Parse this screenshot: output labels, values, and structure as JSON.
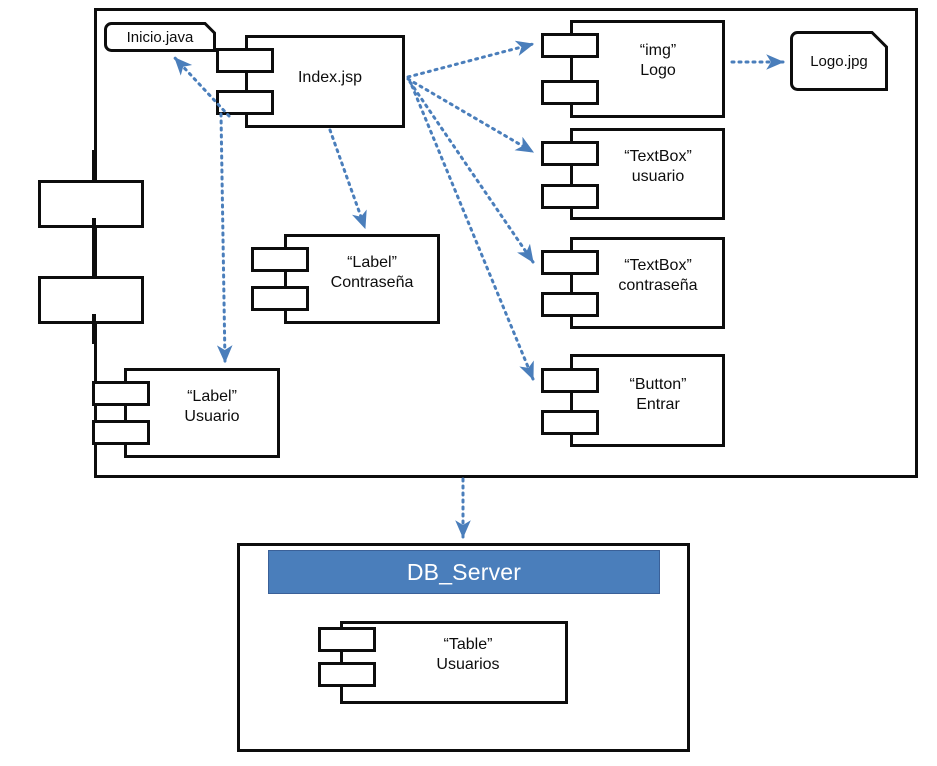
{
  "diagram": {
    "type": "uml-component-diagram",
    "accent_color": "#4a7ebb",
    "line_color": "#0d0d0d",
    "background": "#ffffff"
  },
  "app_container": {
    "name": "application-container",
    "artifact": {
      "label": "Inicio.java",
      "icon": "document-icon"
    },
    "main_component": {
      "label": "Index.jsp",
      "icon": "component-icon"
    },
    "provided_interface": {
      "icon": "socket-stub-icon"
    }
  },
  "components": [
    {
      "id": "index-jsp",
      "stereotype": "",
      "name": "Index.jsp"
    },
    {
      "id": "img-logo",
      "stereotype": "“img”",
      "name": "Logo"
    },
    {
      "id": "textbox-usuario",
      "stereotype": "“TextBox”",
      "name": "usuario"
    },
    {
      "id": "textbox-contrasena",
      "stereotype": "“TextBox”",
      "name": "contraseña"
    },
    {
      "id": "button-entrar",
      "stereotype": "“Button”",
      "name": "Entrar"
    },
    {
      "id": "label-contrasena",
      "stereotype": "“Label”",
      "name": "Contraseña"
    },
    {
      "id": "label-usuario",
      "stereotype": "“Label”",
      "name": "Usuario"
    },
    {
      "id": "table-usuarios",
      "stereotype": "“Table”",
      "name": "Usuarios"
    }
  ],
  "artifacts": [
    {
      "id": "inicio-java",
      "label": "Inicio.java"
    },
    {
      "id": "logo-jpg",
      "label": "Logo.jpg"
    }
  ],
  "db_server": {
    "title": "DB_Server",
    "header_color": "#4a7ebb",
    "header_text_color": "#ffffff",
    "contained_component": {
      "stereotype": "“Table”",
      "name": "Usuarios"
    }
  },
  "dependencies": [
    {
      "from": "Index.jsp",
      "to": "Inicio.java",
      "style": "dashed-arrow"
    },
    {
      "from": "Index.jsp",
      "to": "“img” Logo",
      "style": "dashed-arrow"
    },
    {
      "from": "Index.jsp",
      "to": "“TextBox” usuario",
      "style": "dashed-arrow"
    },
    {
      "from": "Index.jsp",
      "to": "“TextBox” contraseña",
      "style": "dashed-arrow"
    },
    {
      "from": "Index.jsp",
      "to": "“Button” Entrar",
      "style": "dashed-arrow"
    },
    {
      "from": "Index.jsp",
      "to": "“Label” Contraseña",
      "style": "dashed-arrow"
    },
    {
      "from": "Index.jsp",
      "to": "“Label” Usuario",
      "style": "dashed-arrow"
    },
    {
      "from": "“img” Logo",
      "to": "Logo.jpg",
      "style": "dashed-arrow"
    },
    {
      "from": "application-container",
      "to": "DB_Server",
      "style": "dashed-arrow"
    }
  ]
}
